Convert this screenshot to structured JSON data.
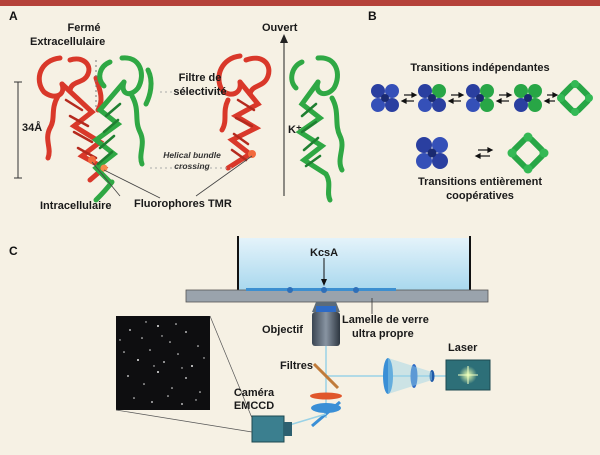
{
  "panels": {
    "a": "A",
    "b": "B",
    "c": "C"
  },
  "panel_a": {
    "ferme": "Fermé",
    "extracellulaire": "Extracellulaire",
    "ouvert": "Ouvert",
    "filtre_line1": "Filtre de",
    "filtre_line2": "sélectivité",
    "kplus": "K⁺",
    "scale": "34Å",
    "bundle_line1": "Helical bundle",
    "bundle_line2": "crossing",
    "intracellulaire": "Intracellulaire",
    "fluorophores": "Fluorophores TMR"
  },
  "panel_b": {
    "independantes": "Transitions indépendantes",
    "cooperatives_line1": "Transitions entièrement",
    "cooperatives_line2": "coopératives"
  },
  "panel_c": {
    "kcsa": "KcsA",
    "objectif": "Objectif",
    "lamelle_line1": "Lamelle de verre",
    "lamelle_line2": "ultra propre",
    "laser": "Laser",
    "filtres": "Filtres",
    "camera_line1": "Caméra",
    "camera_line2": "EMCCD"
  },
  "colors": {
    "helix_red": "#d9382a",
    "helix_green": "#2fa844",
    "tetramer_blue": "#2a3fa0",
    "tetramer_green": "#28a646",
    "bath": "#bfe3f2",
    "accent_bar": "#b5423a"
  }
}
